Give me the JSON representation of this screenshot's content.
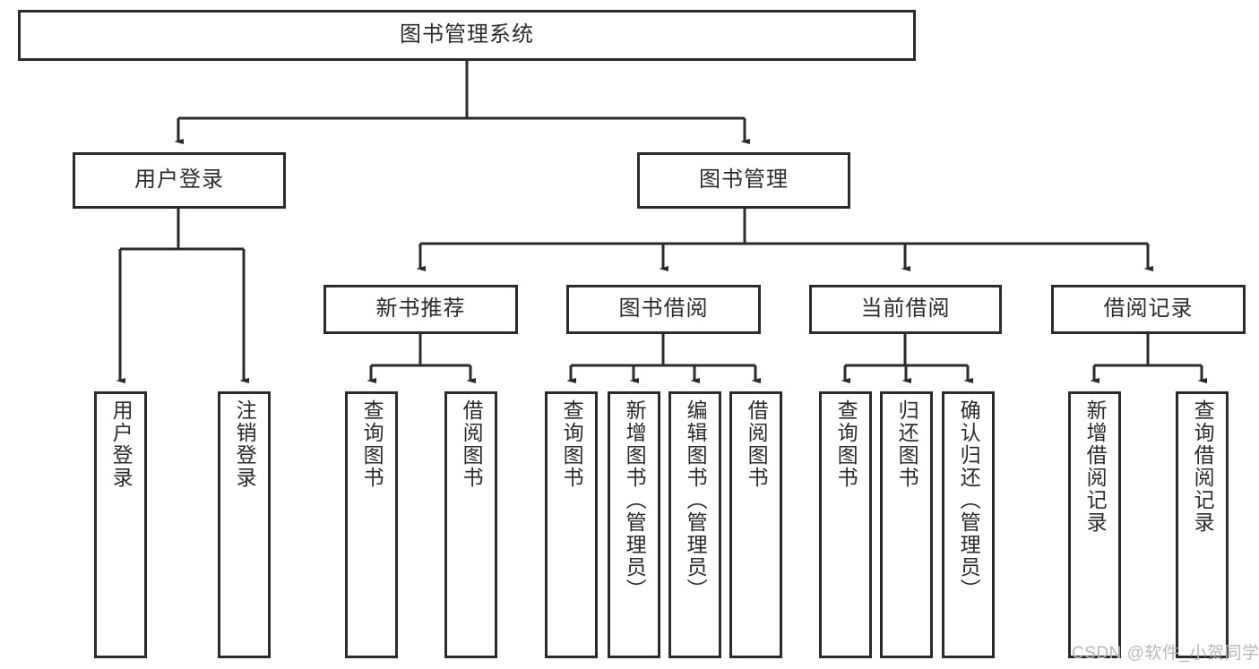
{
  "diagram": {
    "title": "图书管理系统",
    "type": "tree-hierarchy-chart",
    "root": {
      "label": "图书管理系统"
    },
    "level2": [
      {
        "label": "用户登录"
      },
      {
        "label": "图书管理"
      }
    ],
    "level3": [
      {
        "label": "新书推荐"
      },
      {
        "label": "图书借阅"
      },
      {
        "label": "当前借阅"
      },
      {
        "label": "借阅记录"
      }
    ],
    "leaves": {
      "user_login": [
        {
          "label": "用户登录"
        },
        {
          "label": "注销登录"
        }
      ],
      "new_book_recommend": [
        {
          "label": "查询图书"
        },
        {
          "label": "借阅图书"
        }
      ],
      "book_borrow": [
        {
          "label": "查询图书"
        },
        {
          "label": "新增图书（管理员）"
        },
        {
          "label": "编辑图书（管理员）"
        },
        {
          "label": "借阅图书"
        }
      ],
      "current_borrow": [
        {
          "label": "查询图书"
        },
        {
          "label": "归还图书"
        },
        {
          "label": "确认归还（管理员）"
        }
      ],
      "borrow_record": [
        {
          "label": "新增借阅记录"
        },
        {
          "label": "查询借阅记录"
        }
      ]
    }
  },
  "watermark": {
    "text": "CSDN @软件_小贺同学"
  },
  "colors": {
    "stroke": "#2b2b2b",
    "fill": "#ffffff",
    "text": "#2b2b2b",
    "watermark": "#b7b7b7"
  }
}
